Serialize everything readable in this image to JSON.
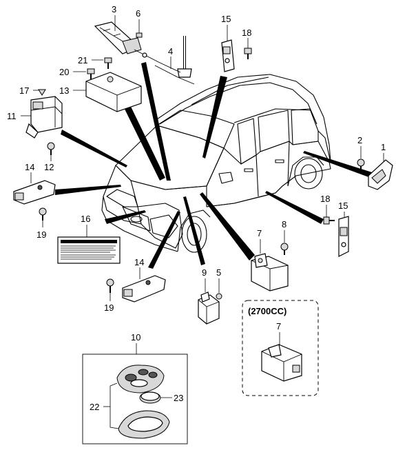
{
  "callouts": [
    {
      "id": "c3",
      "text": "3"
    },
    {
      "id": "c6",
      "text": "6"
    },
    {
      "id": "c15a",
      "text": "15"
    },
    {
      "id": "c18a",
      "text": "18"
    },
    {
      "id": "c4",
      "text": "4"
    },
    {
      "id": "c21",
      "text": "21"
    },
    {
      "id": "c20",
      "text": "20"
    },
    {
      "id": "c13",
      "text": "13"
    },
    {
      "id": "c17",
      "text": "17"
    },
    {
      "id": "c11",
      "text": "11"
    },
    {
      "id": "c12",
      "text": "12"
    },
    {
      "id": "c14a",
      "text": "14"
    },
    {
      "id": "c19a",
      "text": "19"
    },
    {
      "id": "c16",
      "text": "16"
    },
    {
      "id": "c2",
      "text": "2"
    },
    {
      "id": "c1",
      "text": "1"
    },
    {
      "id": "c18b",
      "text": "18"
    },
    {
      "id": "c15b",
      "text": "15"
    },
    {
      "id": "c7a",
      "text": "7"
    },
    {
      "id": "c8",
      "text": "8"
    },
    {
      "id": "c14b",
      "text": "14"
    },
    {
      "id": "c19b",
      "text": "19"
    },
    {
      "id": "c9",
      "text": "9"
    },
    {
      "id": "c5",
      "text": "5"
    },
    {
      "id": "c10",
      "text": "10"
    },
    {
      "id": "c22",
      "text": "22"
    },
    {
      "id": "c23",
      "text": "23"
    },
    {
      "id": "c7b",
      "text": "7"
    }
  ],
  "variant_box": {
    "label": "(2700CC)"
  },
  "colors": {
    "ink": "#000000",
    "paper": "#ffffff",
    "shade": "#d8d8d8"
  }
}
